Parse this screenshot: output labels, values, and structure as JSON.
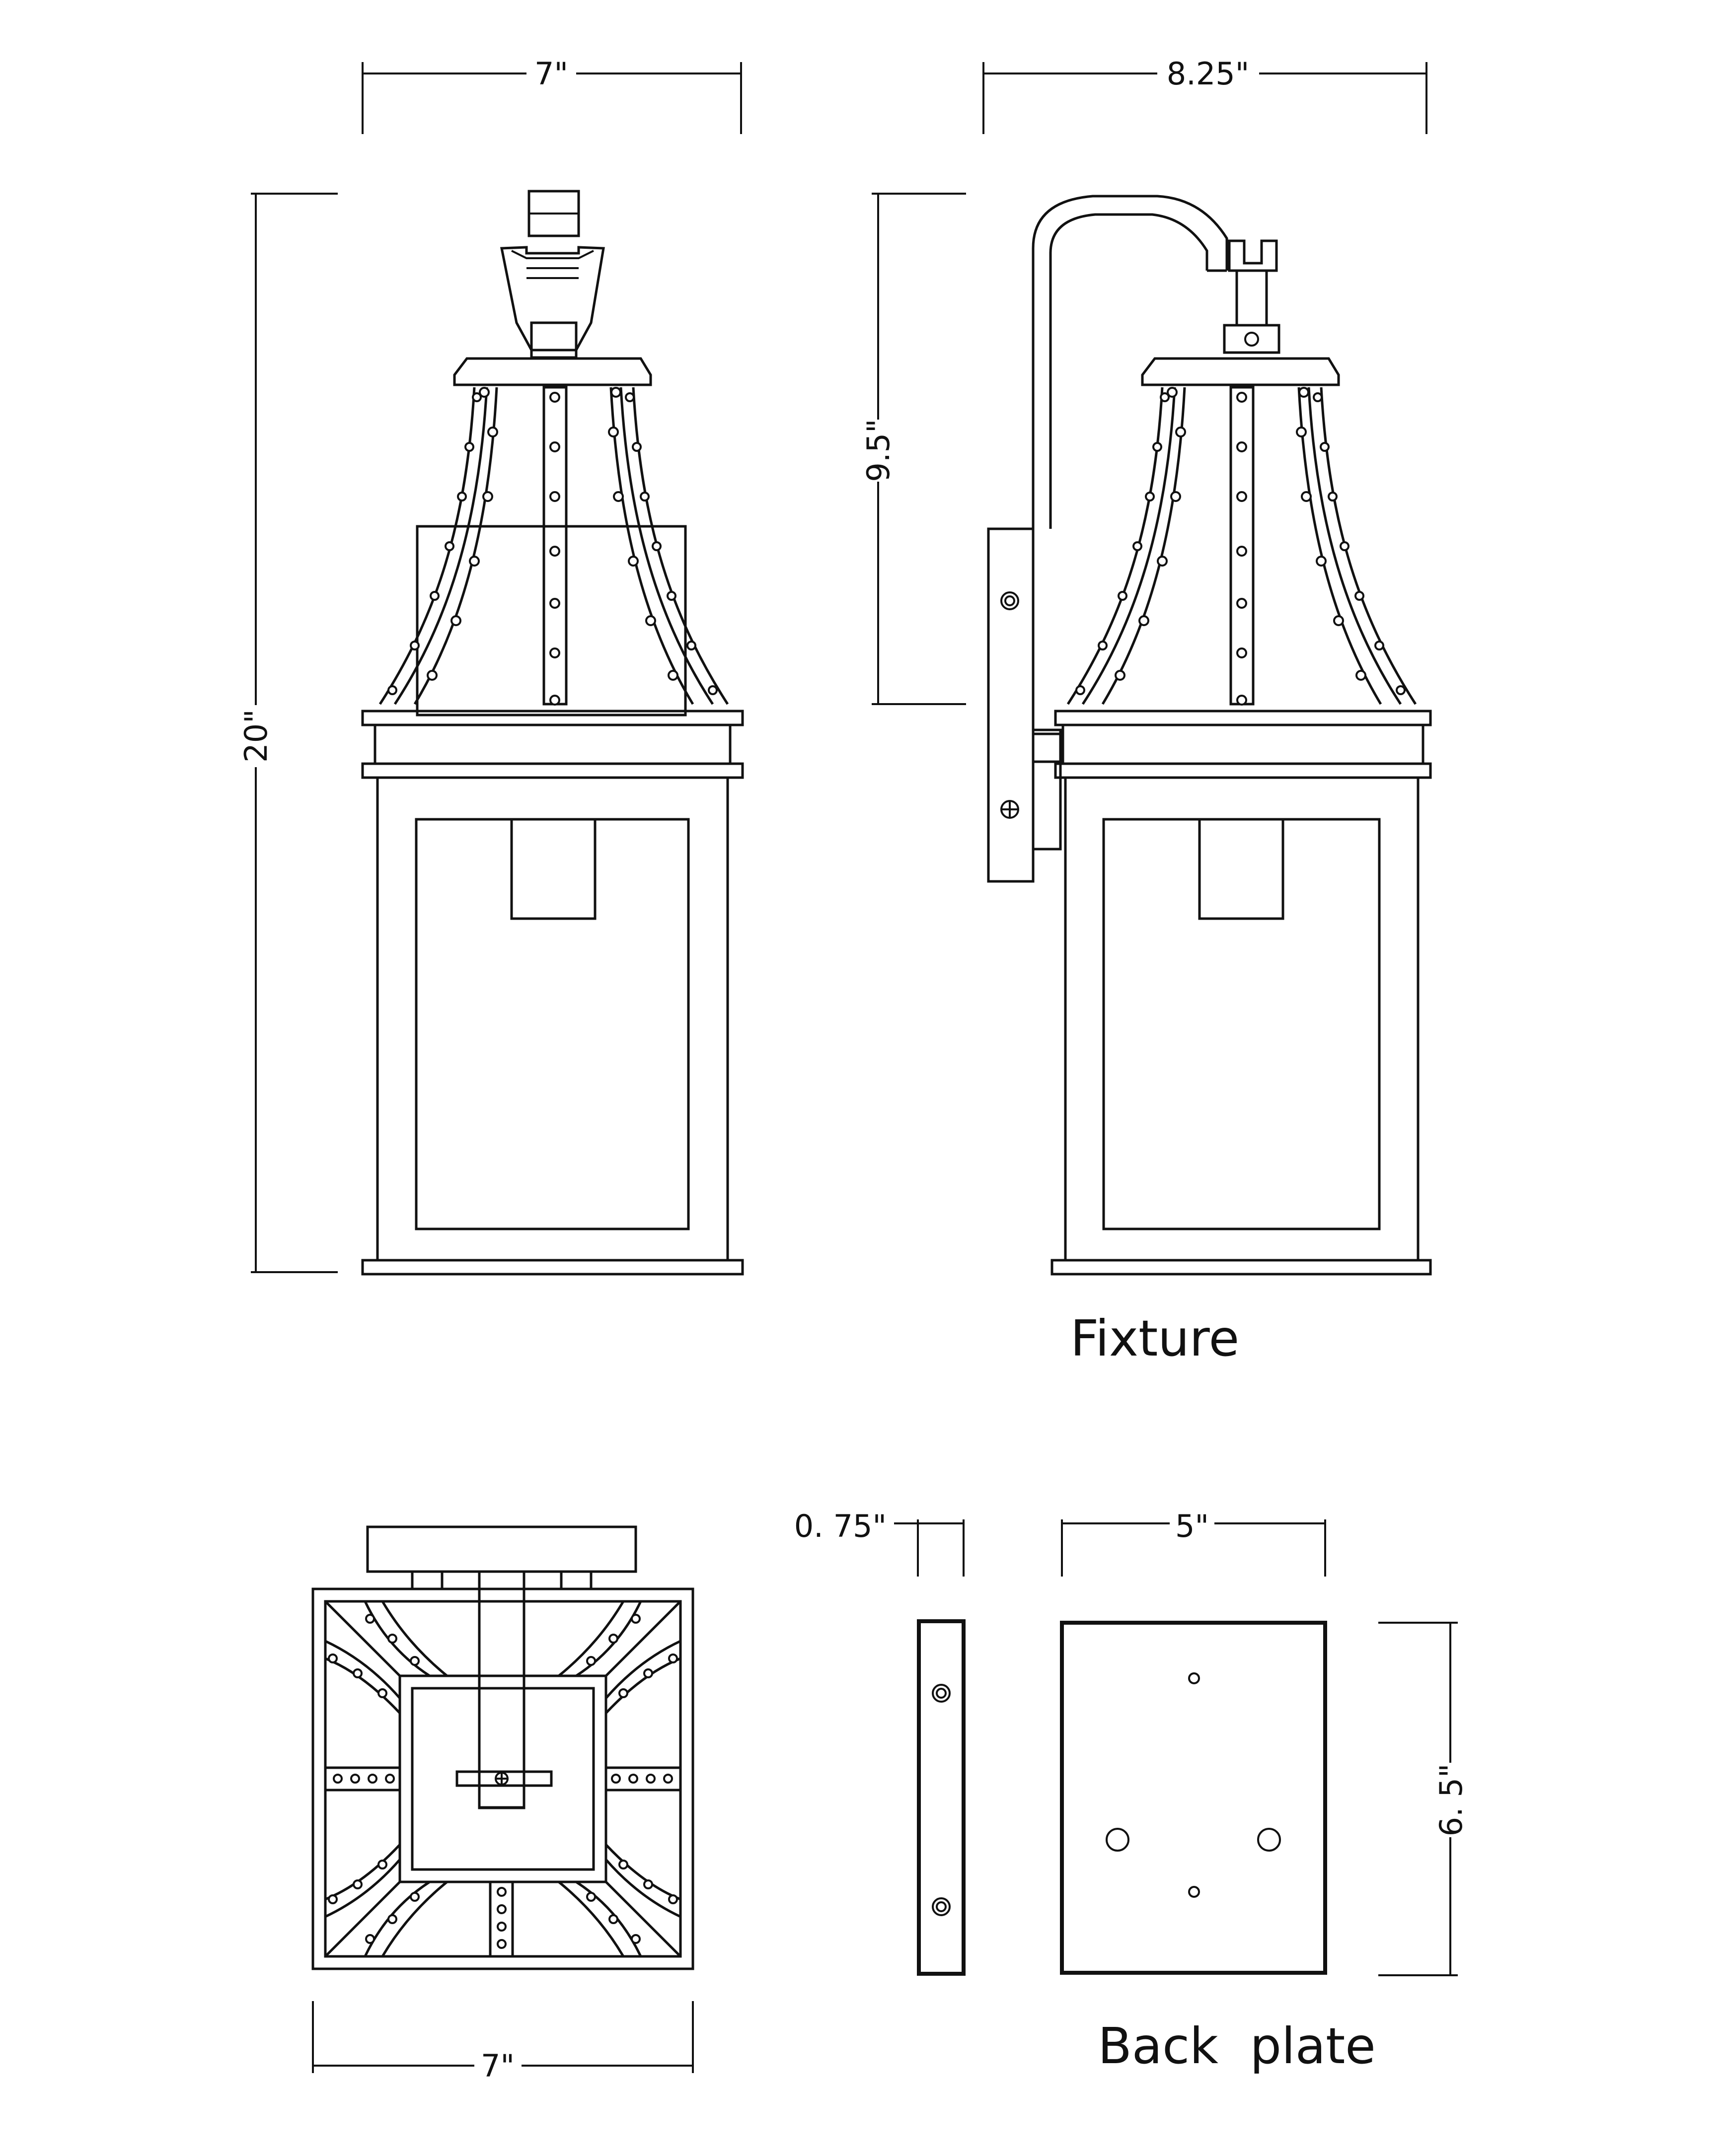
{
  "dimensions": {
    "front_width": "7\"",
    "side_width": "8.25\"",
    "overall_height": "20\"",
    "side_height": "9.5\"",
    "bottom_width": "7\"",
    "plate_thickness": "0. 75\"",
    "plate_width": "5\"",
    "plate_height": "6. 5\""
  },
  "captions": {
    "fixture": "Fixture",
    "back_plate": "Back  plate"
  }
}
